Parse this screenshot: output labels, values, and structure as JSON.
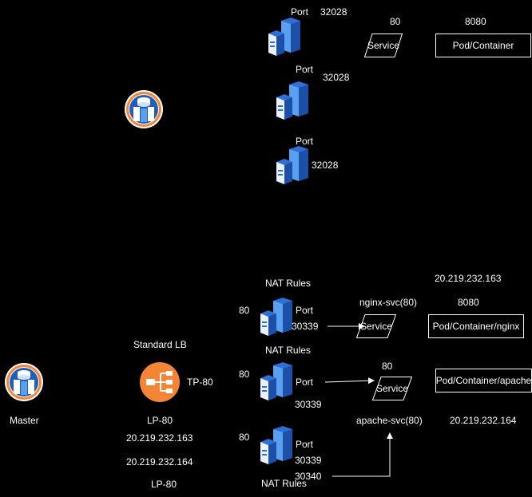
{
  "colors": {
    "background": "#000000",
    "text": "#ffffff",
    "server_blue": "#2f6fd6",
    "lb_orange": "#f58536"
  },
  "top_cluster": {
    "port_labels": [
      "Port",
      "Port",
      "Port"
    ],
    "port_values": [
      "32028",
      "32028",
      "32028"
    ],
    "service_port": "80",
    "service_label": "Service",
    "pod_port": "8080",
    "pod_label": "Pod/Container"
  },
  "nodes": [
    {
      "nat_label": "NAT Rules",
      "lb_port": "80",
      "port_label": "Port",
      "port_value": "30339"
    },
    {
      "nat_label": "NAT Rules",
      "lb_port": "80",
      "port_label": "Port",
      "port_value": "30339"
    },
    {
      "nat_label": "NAT Rules",
      "lb_port": "80",
      "port_label": "Port",
      "port_value": "30339",
      "port_value2": "30340"
    }
  ],
  "nginx": {
    "ip": "20.219.232.163",
    "svc_name": "nginx-svc(80)",
    "pod_port": "8080",
    "service_label": "Service",
    "pod_label": "Pod/Container/nginx"
  },
  "apache": {
    "svc_port": "80",
    "service_label": "Service",
    "pod_label": "Pod/Container/apache",
    "svc_name": "apache-svc(80)",
    "ip": "20.219.232.164"
  },
  "lb": {
    "title": "Standard LB",
    "tp": "TP-80",
    "lp1": "LP-80",
    "ip1": "20.219.232.163",
    "ip2": "20.219.232.164",
    "lp2": "LP-80"
  },
  "master": {
    "label": "Master"
  }
}
